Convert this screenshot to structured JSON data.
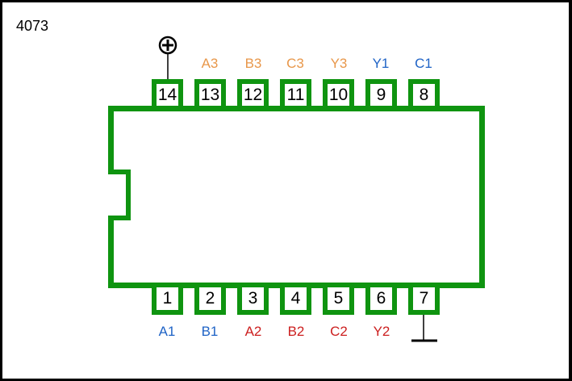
{
  "chip": {
    "name": "4073",
    "colors": {
      "body": "#0f9410",
      "group1": "#1f63c6",
      "group2": "#cc1f1f",
      "group3": "#e8974a"
    },
    "top_pins": [
      {
        "number": "14",
        "label": "",
        "symbol": "vdd-plus"
      },
      {
        "number": "13",
        "label": "A3",
        "group": "group3"
      },
      {
        "number": "12",
        "label": "B3",
        "group": "group3"
      },
      {
        "number": "11",
        "label": "C3",
        "group": "group3"
      },
      {
        "number": "10",
        "label": "Y3",
        "group": "group3"
      },
      {
        "number": "9",
        "label": "Y1",
        "group": "group1"
      },
      {
        "number": "8",
        "label": "C1",
        "group": "group1"
      }
    ],
    "bottom_pins": [
      {
        "number": "1",
        "label": "A1",
        "group": "group1"
      },
      {
        "number": "2",
        "label": "B1",
        "group": "group1"
      },
      {
        "number": "3",
        "label": "A2",
        "group": "group2"
      },
      {
        "number": "4",
        "label": "B2",
        "group": "group2"
      },
      {
        "number": "5",
        "label": "C2",
        "group": "group2"
      },
      {
        "number": "6",
        "label": "Y2",
        "group": "group2"
      },
      {
        "number": "7",
        "label": "",
        "symbol": "ground"
      }
    ]
  }
}
